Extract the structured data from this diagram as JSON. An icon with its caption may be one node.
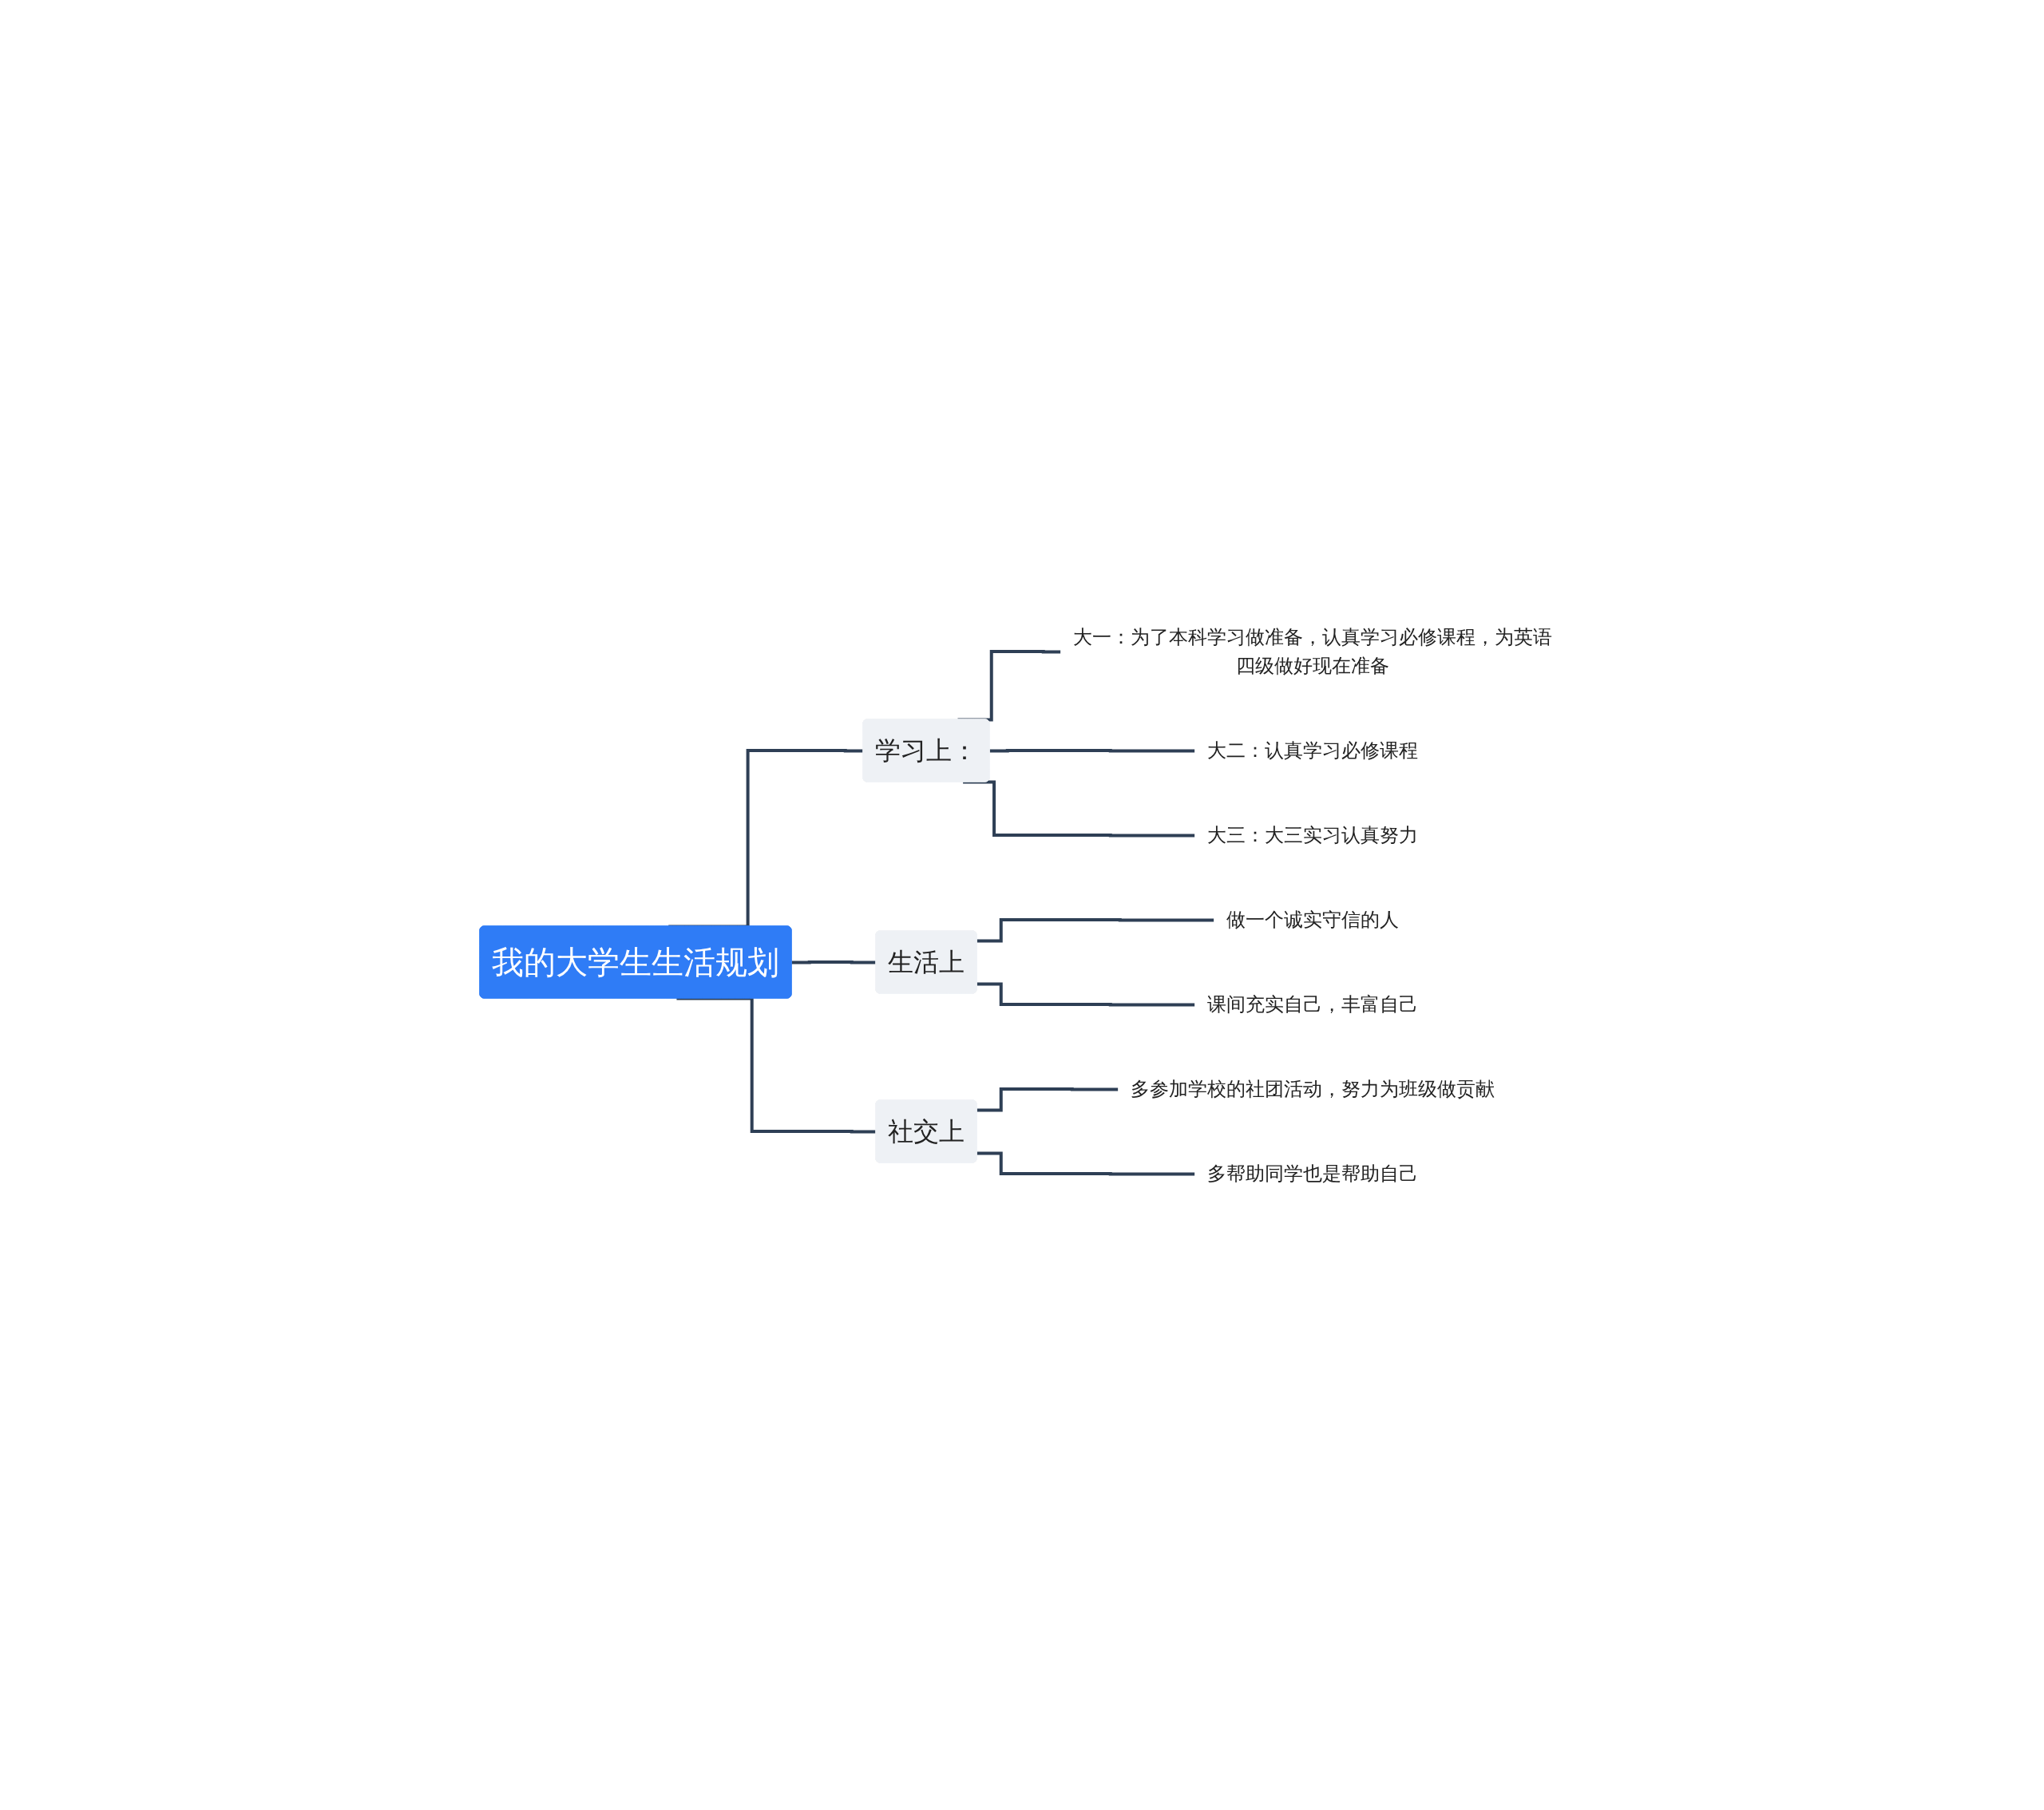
{
  "diagram": {
    "nodes": [
      {
        "text": [
          "我的大学生生活规划"
        ]
      },
      {
        "text": [
          "学习上："
        ]
      },
      {
        "text": [
          "大一：为了本科学习做准备，认真学习必修课程，为英语四级做好现在准备"
        ]
      },
      {
        "text": [
          "大二：认真学习必修课程"
        ]
      },
      {
        "text": [
          "大三：大三实习认真努力"
        ]
      },
      {
        "text": [
          "生活上"
        ]
      },
      {
        "text": [
          "做一个诚实守信的人"
        ]
      },
      {
        "text": [
          "课间充实自己，丰富自己"
        ]
      },
      {
        "text": [
          "社交上"
        ]
      },
      {
        "text": [
          "多参加学校的社团活动，努力为班级做贡献"
        ]
      },
      {
        "text": [
          "多帮助同学也是帮助自己"
        ]
      }
    ],
    "edges": [
      {
        "from": 0,
        "to": 1,
        "arrow": "none"
      },
      {
        "from": 1,
        "to": 2,
        "arrow": "none"
      },
      {
        "from": 1,
        "to": 3,
        "arrow": "none"
      },
      {
        "from": 1,
        "to": 4,
        "arrow": "none"
      },
      {
        "from": 0,
        "to": 5,
        "arrow": "none"
      },
      {
        "from": 5,
        "to": 6,
        "arrow": "none"
      },
      {
        "from": 5,
        "to": 7,
        "arrow": "none"
      },
      {
        "from": 0,
        "to": 8,
        "arrow": "none"
      },
      {
        "from": 8,
        "to": 9,
        "arrow": "none"
      },
      {
        "from": 8,
        "to": 10,
        "arrow": "none"
      }
    ]
  }
}
